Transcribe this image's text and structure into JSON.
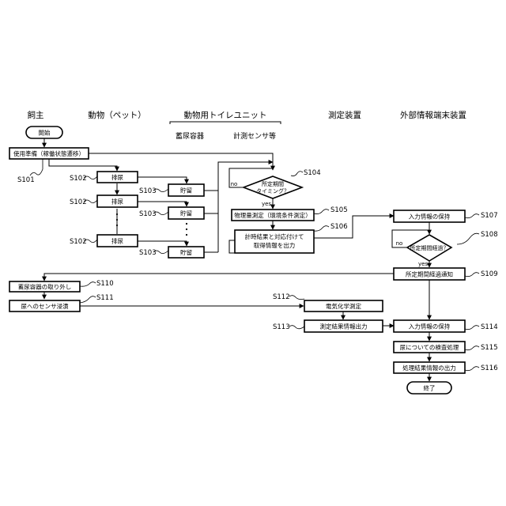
{
  "headers": {
    "owner": "飼主",
    "animal": "動物（ペット）",
    "toilet_unit": "動物用トイレユニット",
    "toilet_container": "蓄尿容器",
    "toilet_sensor": "計測センサ等",
    "measuring_device": "測定装置",
    "external_terminal": "外部情報端末装置"
  },
  "nodes": {
    "start": "開始",
    "prep": "使用準備（稼働状態遷移）",
    "urinate1": "排尿",
    "store1": "貯留",
    "urinate2": "排尿",
    "store2": "貯留",
    "urinate3": "排尿",
    "store3": "貯留",
    "decide_timing": "所定期間\nタイミング？",
    "measure_qty": "物理量測定（環境条件測定）",
    "output_info": "計時結果と対応付けて\n取得情報を出力",
    "retain_input1": "入力情報の保持",
    "decide_period": "所定期間経過？",
    "notify": "所定期間経過通知",
    "remove_container": "蓄尿容器の取り外し",
    "immerse": "尿へのセンサ浸漬",
    "electrochem": "電気化学測定",
    "output_result": "測定結果情報出力",
    "retain_input2": "入力情報の保持",
    "inspect": "尿についての検査処理",
    "output_processed": "処理結果情報の出力",
    "end": "終了"
  },
  "steps": {
    "s101": "S101",
    "s102": "S102",
    "s103": "S103",
    "s104": "S104",
    "s105": "S105",
    "s106": "S106",
    "s107": "S107",
    "s108": "S108",
    "s109": "S109",
    "s110": "S110",
    "s111": "S111",
    "s112": "S112",
    "s113": "S113",
    "s114": "S114",
    "s115": "S115",
    "s116": "S116"
  },
  "branch_labels": {
    "yes": "yes",
    "no": "no"
  }
}
